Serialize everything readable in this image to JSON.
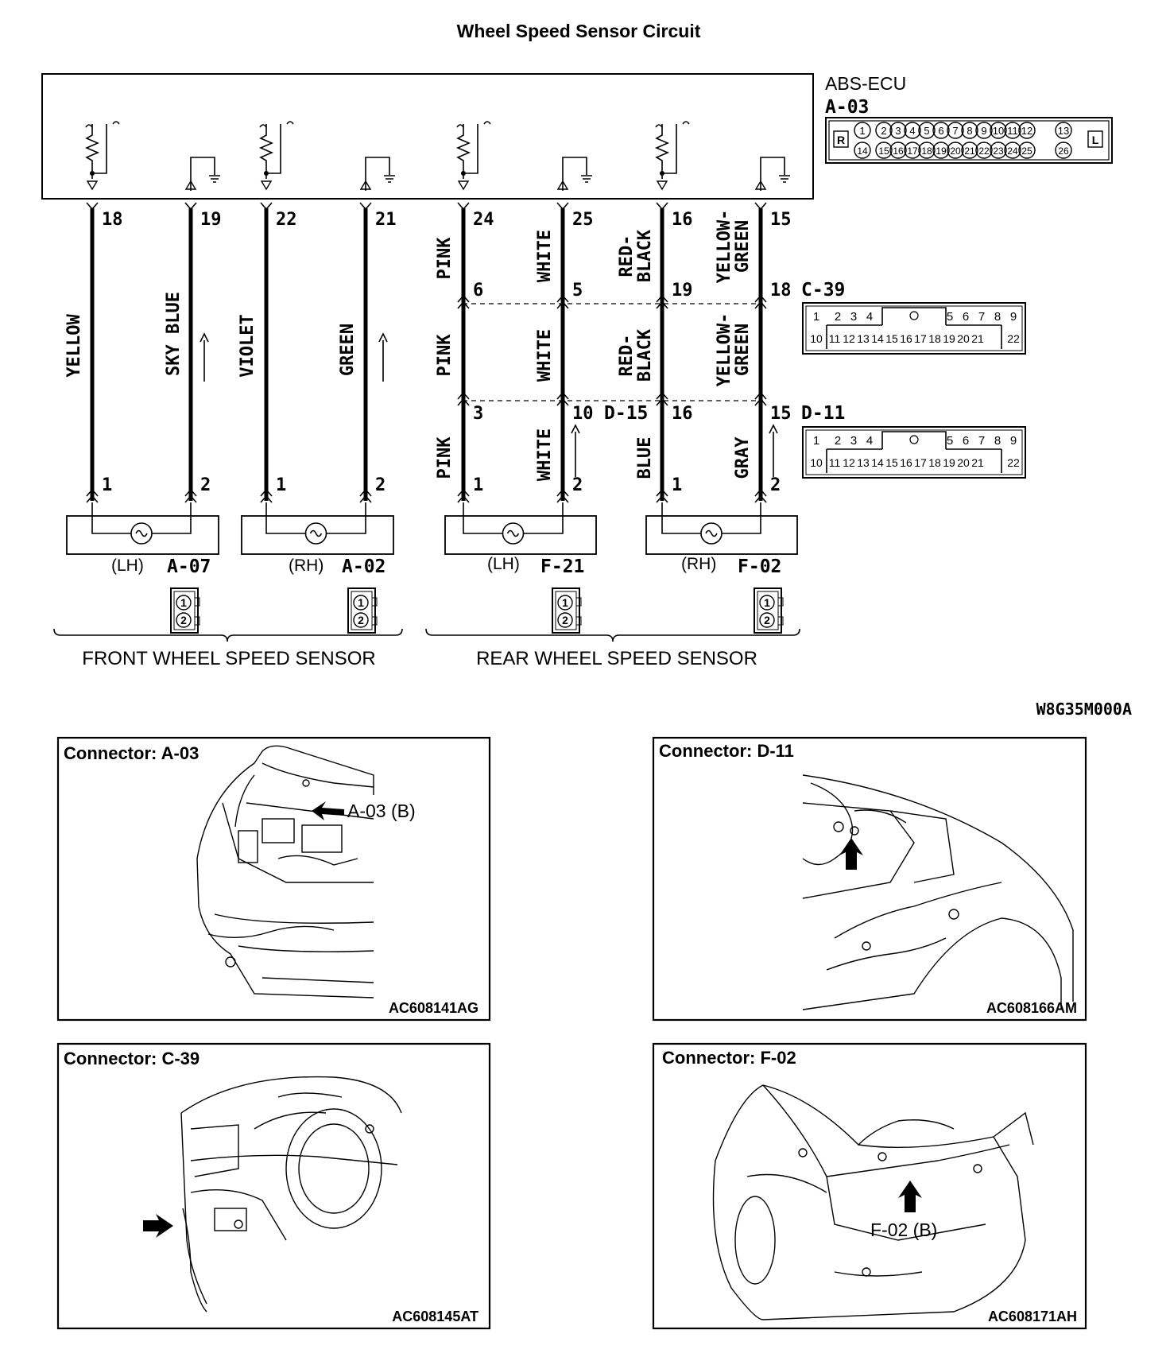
{
  "title": "Wheel Speed Sensor Circuit",
  "ecu": {
    "name": "ABS-ECU",
    "connector": "A-03"
  },
  "a03_pins": {
    "top": [
      "1",
      "2",
      "3",
      "4",
      "5",
      "6",
      "7",
      "8",
      "9",
      "10",
      "11",
      "12",
      "13"
    ],
    "bottom": [
      "14",
      "15",
      "16",
      "17",
      "18",
      "19",
      "20",
      "21",
      "22",
      "23",
      "24",
      "25",
      "26"
    ],
    "left_tag": "R",
    "right_tag": "L"
  },
  "inline_connectors": {
    "c39": "C-39",
    "d15": "D-15",
    "d11": "D-11"
  },
  "inline_pins": {
    "row1": [
      "1",
      "2",
      "3",
      "4",
      "5",
      "6",
      "7",
      "8",
      "9"
    ],
    "row2": [
      "10",
      "11",
      "12",
      "13",
      "14",
      "15",
      "16",
      "17",
      "18",
      "19",
      "20",
      "21",
      "22"
    ]
  },
  "circuits": [
    {
      "ecu_pin": "18",
      "color": "YELLOW",
      "sensor_pin": "1"
    },
    {
      "ecu_pin": "19",
      "color": "SKY BLUE",
      "sensor_pin": "2"
    },
    {
      "ecu_pin": "22",
      "color": "VIOLET",
      "sensor_pin": "1"
    },
    {
      "ecu_pin": "21",
      "color": "GREEN",
      "sensor_pin": "2"
    },
    {
      "ecu_pin": "24",
      "color": "PINK",
      "c39_pin": "6",
      "c39_color": "PINK",
      "d_pin": "3",
      "lower_color": "PINK",
      "sensor_pin": "1"
    },
    {
      "ecu_pin": "25",
      "color": "WHITE",
      "c39_pin": "5",
      "c39_color": "WHITE",
      "d_pin": "10",
      "lower_color": "WHITE",
      "sensor_pin": "2"
    },
    {
      "ecu_pin": "16",
      "color_top": "RED-",
      "color_bottom": "BLACK",
      "c39_pin": "19",
      "d_pin": "16",
      "lower_color": "BLUE",
      "sensor_pin": "1"
    },
    {
      "ecu_pin": "15",
      "color_top": "YELLOW-",
      "color_bottom": "GREEN",
      "c39_pin": "18",
      "d_pin": "15",
      "lower_color": "GRAY",
      "sensor_pin": "2"
    }
  ],
  "sensors": [
    {
      "side": "(LH)",
      "connector": "A-07"
    },
    {
      "side": "(RH)",
      "connector": "A-02"
    },
    {
      "side": "(LH)",
      "connector": "F-21"
    },
    {
      "side": "(RH)",
      "connector": "F-02"
    }
  ],
  "groups": {
    "front": "FRONT WHEEL SPEED SENSOR",
    "rear": "REAR WHEEL SPEED SENSOR"
  },
  "drawing_code": "W8G35M000A",
  "panels": [
    {
      "title": "Connector: A-03",
      "callout": "A-03 (B)",
      "code": "AC608141AG"
    },
    {
      "title": "Connector: D-11",
      "callout": "",
      "code": "AC608166AM"
    },
    {
      "title": "Connector: C-39",
      "callout": "",
      "code": "AC608145AT"
    },
    {
      "title": "Connector: F-02",
      "callout": "F-02 (B)",
      "code": "AC608171AH"
    }
  ]
}
